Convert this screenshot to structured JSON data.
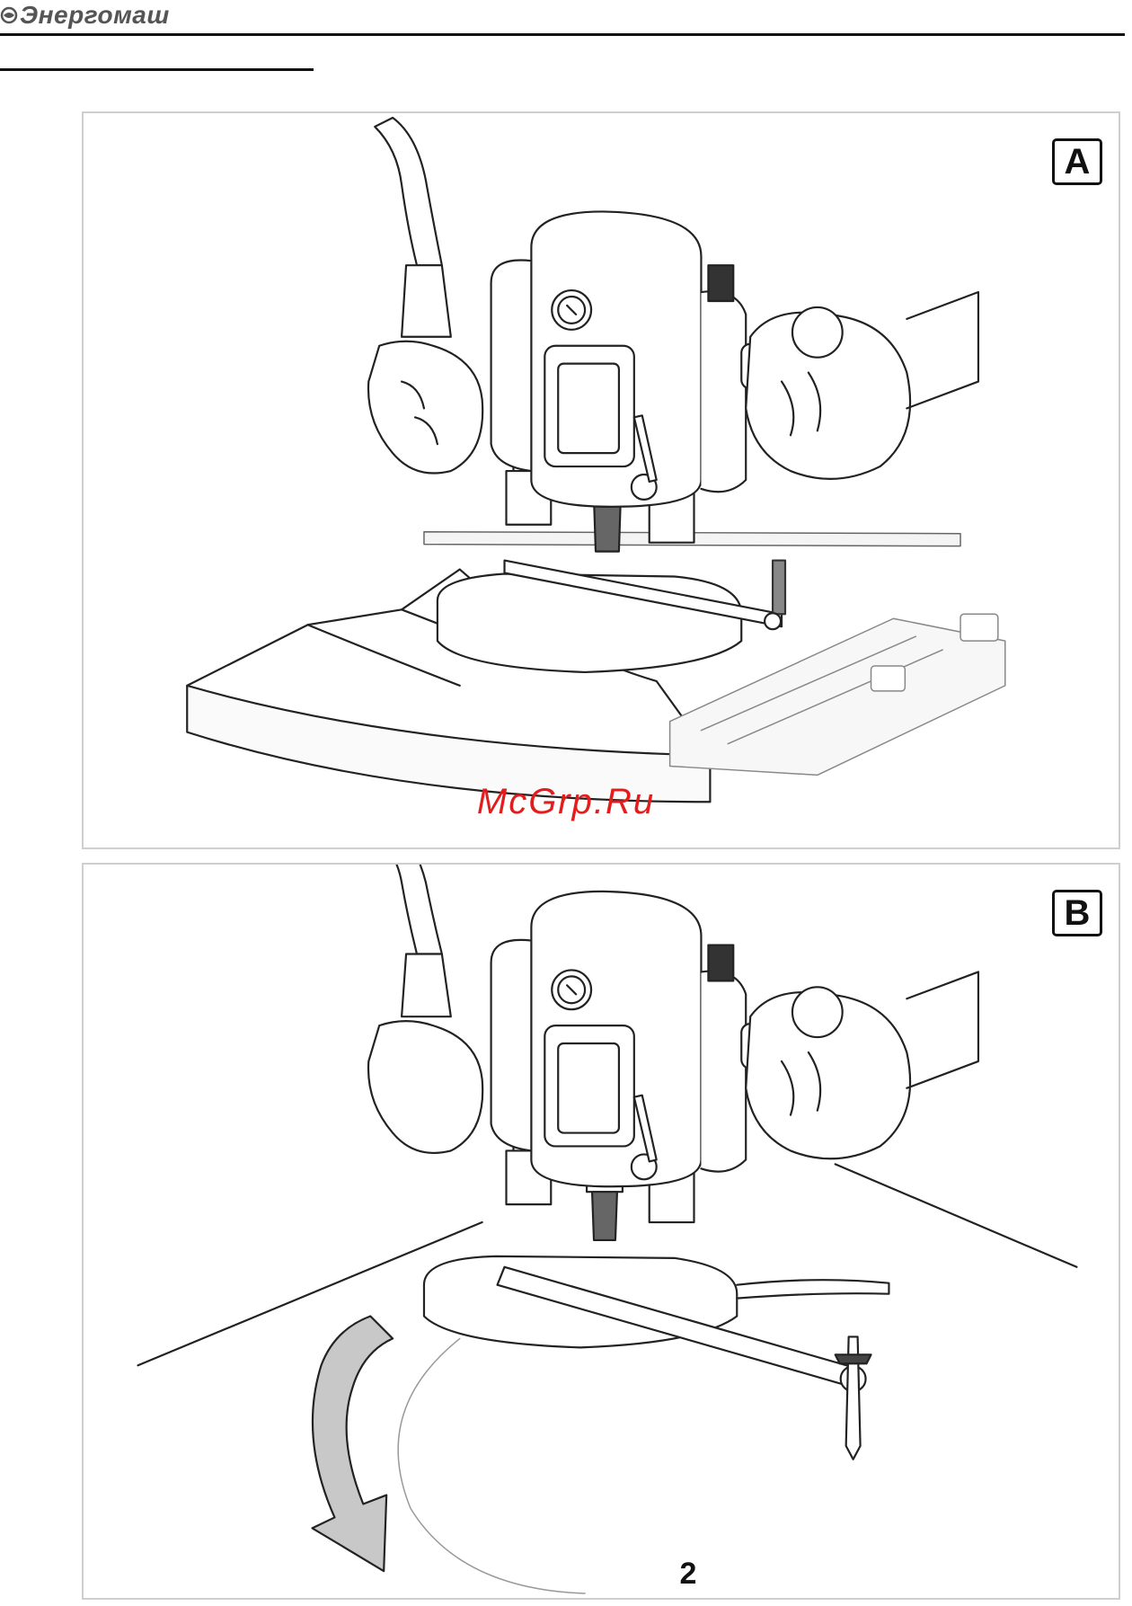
{
  "header": {
    "brand": "Энергомаш",
    "logo_icon": "globe-logo-icon"
  },
  "panels": [
    {
      "id": "A",
      "label": "A"
    },
    {
      "id": "B",
      "label": "B"
    }
  ],
  "watermark": "McGrp.Ru",
  "figure_number": "2",
  "colors": {
    "rule": "#111111",
    "panel_border": "#cfcfcf",
    "watermark": "#e11d1d",
    "arrow_fill": "#c8c8c8"
  }
}
